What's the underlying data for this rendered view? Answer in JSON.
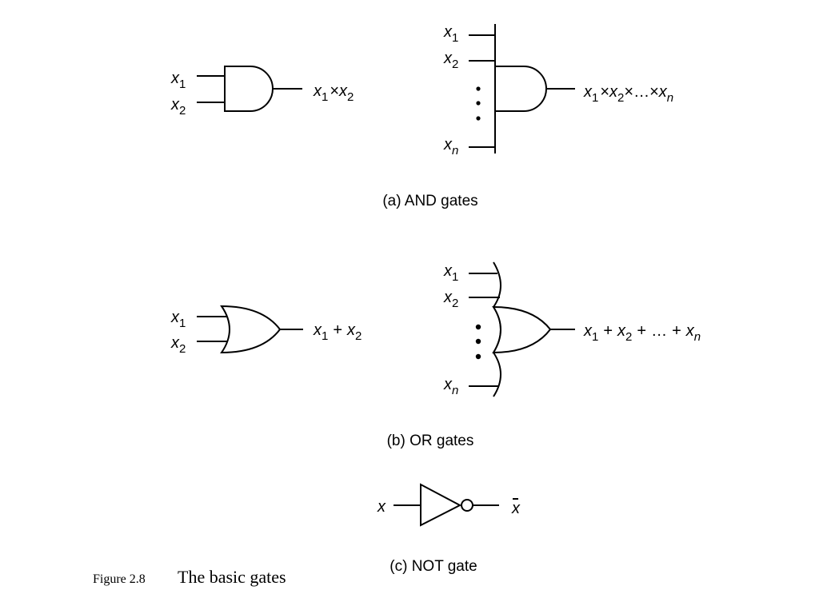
{
  "captions": {
    "and": "(a) AND gates",
    "or": "(b) OR gates",
    "not": "(c) NOT gate"
  },
  "figure": {
    "number": "Figure 2.8",
    "title": "The basic gates"
  },
  "vars": {
    "x": "x",
    "n": "n",
    "one": "1",
    "two": "2",
    "times": "×",
    "plus": "+",
    "ellipsis": "…",
    "bar": "-"
  }
}
